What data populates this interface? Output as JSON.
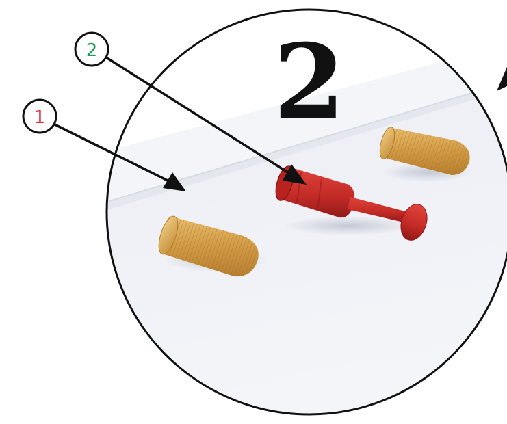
{
  "step": {
    "number": "2"
  },
  "callouts": [
    {
      "label": "1",
      "color": "#e0323c",
      "part": "wooden-dowel"
    },
    {
      "label": "2",
      "color": "#1e9a55",
      "part": "red-plastic-connector"
    }
  ],
  "colors": {
    "outline": "#111111",
    "panel_face": "#e8ebf2",
    "panel_top_edge": "#f3f5fa",
    "panel_shadow_edge": "#cfd4de",
    "wood": "#d9a44e",
    "wood_dark": "#a8712a",
    "connector_red": "#c92a26",
    "connector_red_dark": "#8f1a18"
  }
}
